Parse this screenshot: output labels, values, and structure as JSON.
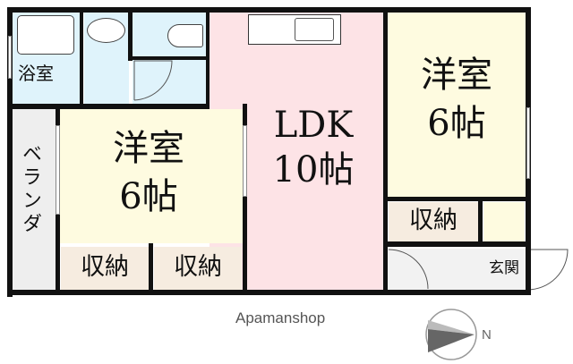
{
  "rooms": {
    "bath": {
      "label": "浴室"
    },
    "washroom": {
      "label": ""
    },
    "toilet": {
      "label": ""
    },
    "ldk": {
      "line1": "LDK",
      "line2": "10帖"
    },
    "western_left": {
      "line1": "洋室",
      "line2": "6帖"
    },
    "western_right": {
      "line1": "洋室",
      "line2": "6帖"
    },
    "veranda": {
      "label": "ベランダ"
    },
    "storage_left_1": {
      "label": "収納"
    },
    "storage_left_2": {
      "label": "収納"
    },
    "storage_right": {
      "label": "収納"
    },
    "entrance": {
      "label": "玄関"
    }
  },
  "footer": {
    "brand": "Apamanshop",
    "compass_label": "N"
  },
  "colors": {
    "wet_area": "#dff3fb",
    "ldk": "#fde3e6",
    "western": "#fefbe0",
    "storage": "#f6ece0",
    "veranda": "#eeeeee",
    "entrance": "#f2f2f2",
    "wall": "#111111"
  }
}
